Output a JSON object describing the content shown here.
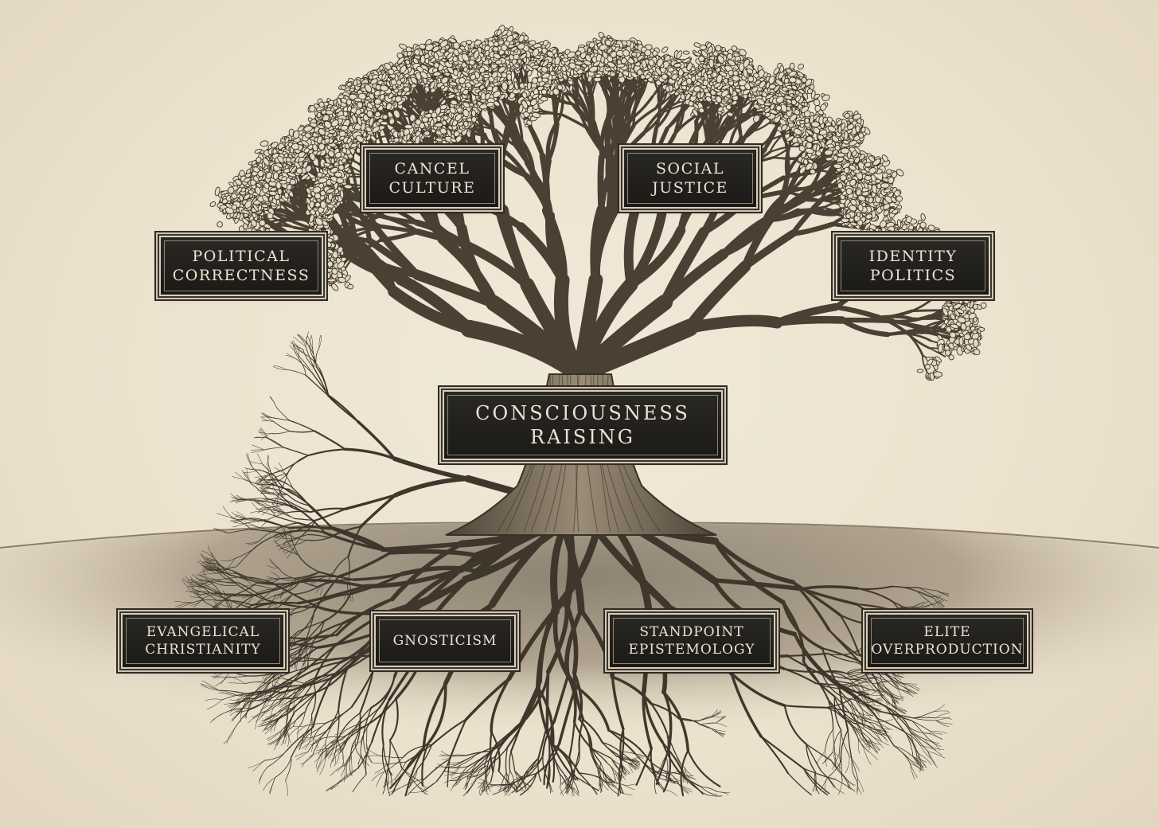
{
  "diagram": {
    "trunk": {
      "label": "CONSCIOUSNESS\nRAISING"
    },
    "branches": [
      {
        "id": "political-correctness",
        "label": "POLITICAL\nCORRECTNESS"
      },
      {
        "id": "cancel-culture",
        "label": "CANCEL\nCULTURE"
      },
      {
        "id": "social-justice",
        "label": "SOCIAL\nJUSTICE"
      },
      {
        "id": "identity-politics",
        "label": "IDENTITY\nPOLITICS"
      }
    ],
    "roots": [
      {
        "id": "evangelical-christianity",
        "label": "EVANGELICAL\nCHRISTIANITY"
      },
      {
        "id": "gnosticism",
        "label": "GNOSTICISM"
      },
      {
        "id": "standpoint-epistemology",
        "label": "STANDPOINT\nEPISTEMOLOGY"
      },
      {
        "id": "elite-overproduction",
        "label": "ELITE\nOVERPRODUCTION"
      }
    ]
  },
  "colors": {
    "background": "#ece3d1",
    "ink": "#3b3328",
    "plaque": "#1f1d1a",
    "plaque_text": "#ece4d2"
  }
}
